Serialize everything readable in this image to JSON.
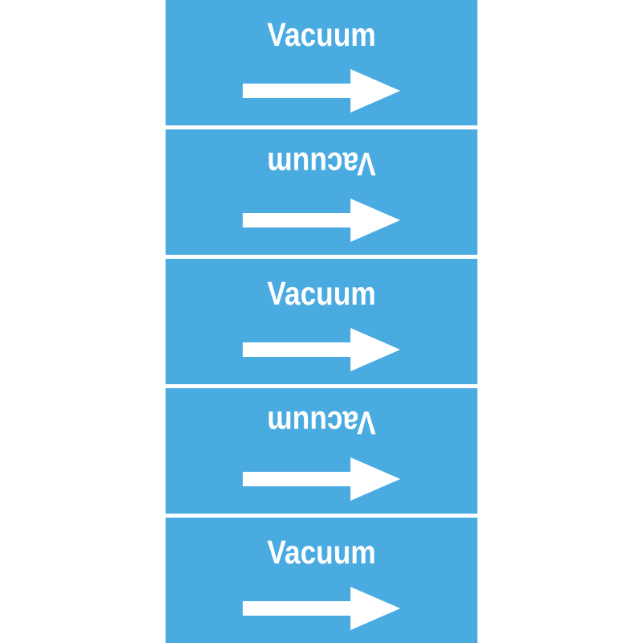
{
  "labels": [
    {
      "text": "Vacuum",
      "flipped": false
    },
    {
      "text": "Vacuum",
      "flipped": true
    },
    {
      "text": "Vacuum",
      "flipped": false
    },
    {
      "text": "Vacuum",
      "flipped": true
    },
    {
      "text": "Vacuum",
      "flipped": false
    }
  ],
  "colors": {
    "label_background": "#4aabe1",
    "label_foreground": "#ffffff",
    "separator": "#ffffff"
  },
  "icons": {
    "flow": "arrow-right-icon"
  }
}
